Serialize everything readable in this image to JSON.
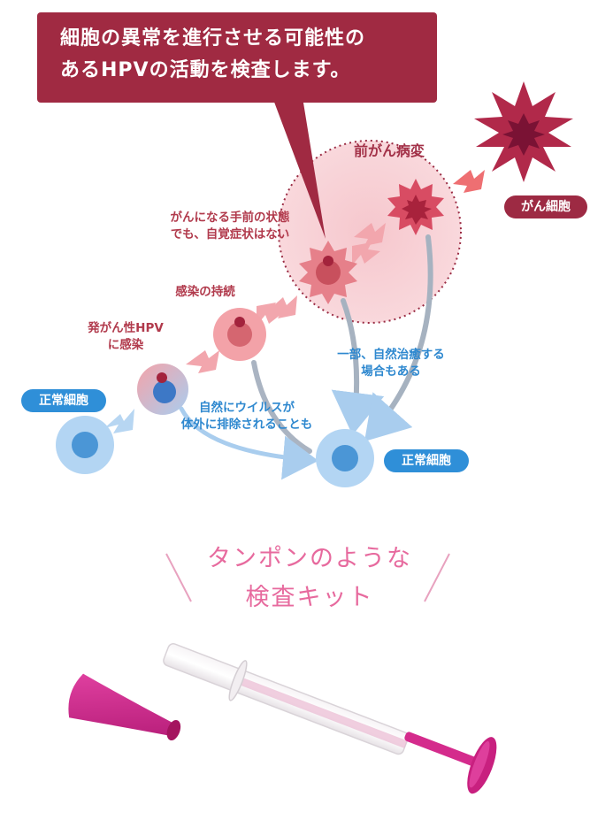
{
  "callout": {
    "line1": "細胞の異常を進行させる可能性の",
    "line2": "あるHPVの活動を検査します。"
  },
  "labels": {
    "precancer": "前がん病変",
    "cancer_cell": "がん細胞",
    "before_cancer_1": "がんになる手前の状態",
    "before_cancer_2": "でも、自覚症状はない",
    "persistent": "感染の持続",
    "hpv_1": "発がん性HPV",
    "hpv_2": "に感染",
    "normal_left": "正常細胞",
    "normal_right": "正常細胞",
    "heal_1": "一部、自然治癒する",
    "heal_2": "場合もある",
    "excrete_1": "自然にウイルスが",
    "excrete_2": "体外に排除されることも"
  },
  "kit": {
    "line1": "タンポンのような",
    "line2": "検査キット"
  },
  "colors": {
    "callout_bg": "#a02a42",
    "blue_accent": "#2f8fd8",
    "red_accent": "#b13a4c",
    "pink_title": "#e76a9e",
    "kit_magenta": "#c8207f"
  }
}
